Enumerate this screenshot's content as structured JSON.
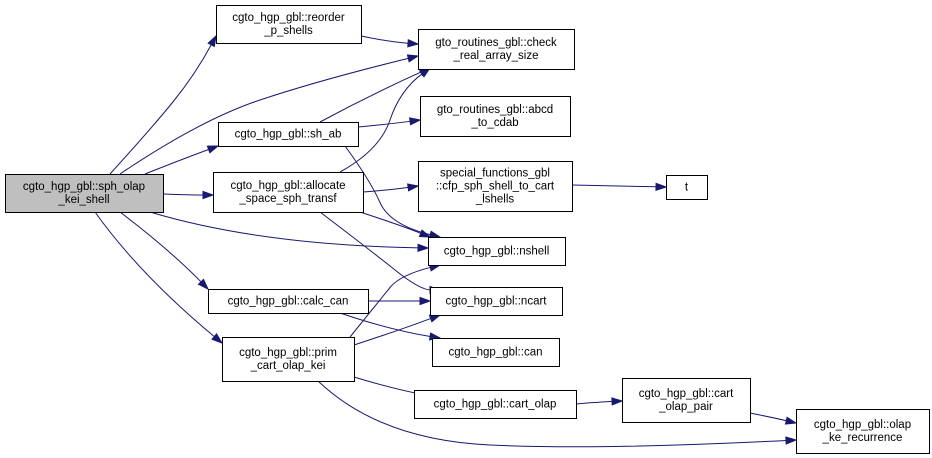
{
  "colors": {
    "node_fill": "#ffffff",
    "root_fill": "#bfbfbf",
    "node_border": "#000000",
    "edge": "#191970"
  },
  "nodes": [
    {
      "id": "root",
      "lines": [
        "cgto_hgp_gbl::sph_olap",
        "_kei_shell"
      ],
      "root": true
    },
    {
      "id": "reorder",
      "lines": [
        "cgto_hgp_gbl::reorder",
        "_p_shells"
      ]
    },
    {
      "id": "sh_ab",
      "lines": [
        "cgto_hgp_gbl::sh_ab"
      ]
    },
    {
      "id": "allocate",
      "lines": [
        "cgto_hgp_gbl::allocate",
        "_space_sph_transf"
      ]
    },
    {
      "id": "calc_can",
      "lines": [
        "cgto_hgp_gbl::calc_can"
      ]
    },
    {
      "id": "prim",
      "lines": [
        "cgto_hgp_gbl::prim",
        "_cart_olap_kei"
      ]
    },
    {
      "id": "check",
      "lines": [
        "gto_routines_gbl::check",
        "_real_array_size"
      ]
    },
    {
      "id": "abcd",
      "lines": [
        "gto_routines_gbl::abcd",
        "_to_cdab"
      ]
    },
    {
      "id": "cfp",
      "lines": [
        "special_functions_gbl",
        "::cfp_sph_shell_to_cart",
        "_lshells"
      ]
    },
    {
      "id": "nshell",
      "lines": [
        "cgto_hgp_gbl::nshell"
      ]
    },
    {
      "id": "ncart",
      "lines": [
        "cgto_hgp_gbl::ncart"
      ]
    },
    {
      "id": "can",
      "lines": [
        "cgto_hgp_gbl::can"
      ]
    },
    {
      "id": "cart_olap",
      "lines": [
        "cgto_hgp_gbl::cart_olap"
      ]
    },
    {
      "id": "t",
      "lines": [
        "t"
      ]
    },
    {
      "id": "pair",
      "lines": [
        "cgto_hgp_gbl::cart",
        "_olap_pair"
      ]
    },
    {
      "id": "olapke",
      "lines": [
        "cgto_hgp_gbl::olap",
        "_ke_recurrence"
      ]
    }
  ],
  "edges": [
    {
      "from": "root",
      "to": "reorder"
    },
    {
      "from": "root",
      "to": "check"
    },
    {
      "from": "root",
      "to": "sh_ab"
    },
    {
      "from": "root",
      "to": "allocate"
    },
    {
      "from": "root",
      "to": "nshell"
    },
    {
      "from": "root",
      "to": "calc_can"
    },
    {
      "from": "root",
      "to": "prim"
    },
    {
      "from": "reorder",
      "to": "check"
    },
    {
      "from": "sh_ab",
      "to": "check"
    },
    {
      "from": "sh_ab",
      "to": "abcd"
    },
    {
      "from": "sh_ab",
      "to": "nshell"
    },
    {
      "from": "allocate",
      "to": "check"
    },
    {
      "from": "allocate",
      "to": "cfp"
    },
    {
      "from": "allocate",
      "to": "nshell"
    },
    {
      "from": "allocate",
      "to": "ncart"
    },
    {
      "from": "cfp",
      "to": "t"
    },
    {
      "from": "calc_can",
      "to": "ncart"
    },
    {
      "from": "calc_can",
      "to": "can"
    },
    {
      "from": "prim",
      "to": "nshell"
    },
    {
      "from": "prim",
      "to": "ncart"
    },
    {
      "from": "prim",
      "to": "cart_olap"
    },
    {
      "from": "prim",
      "to": "olapke"
    },
    {
      "from": "cart_olap",
      "to": "pair"
    },
    {
      "from": "pair",
      "to": "olapke"
    }
  ]
}
